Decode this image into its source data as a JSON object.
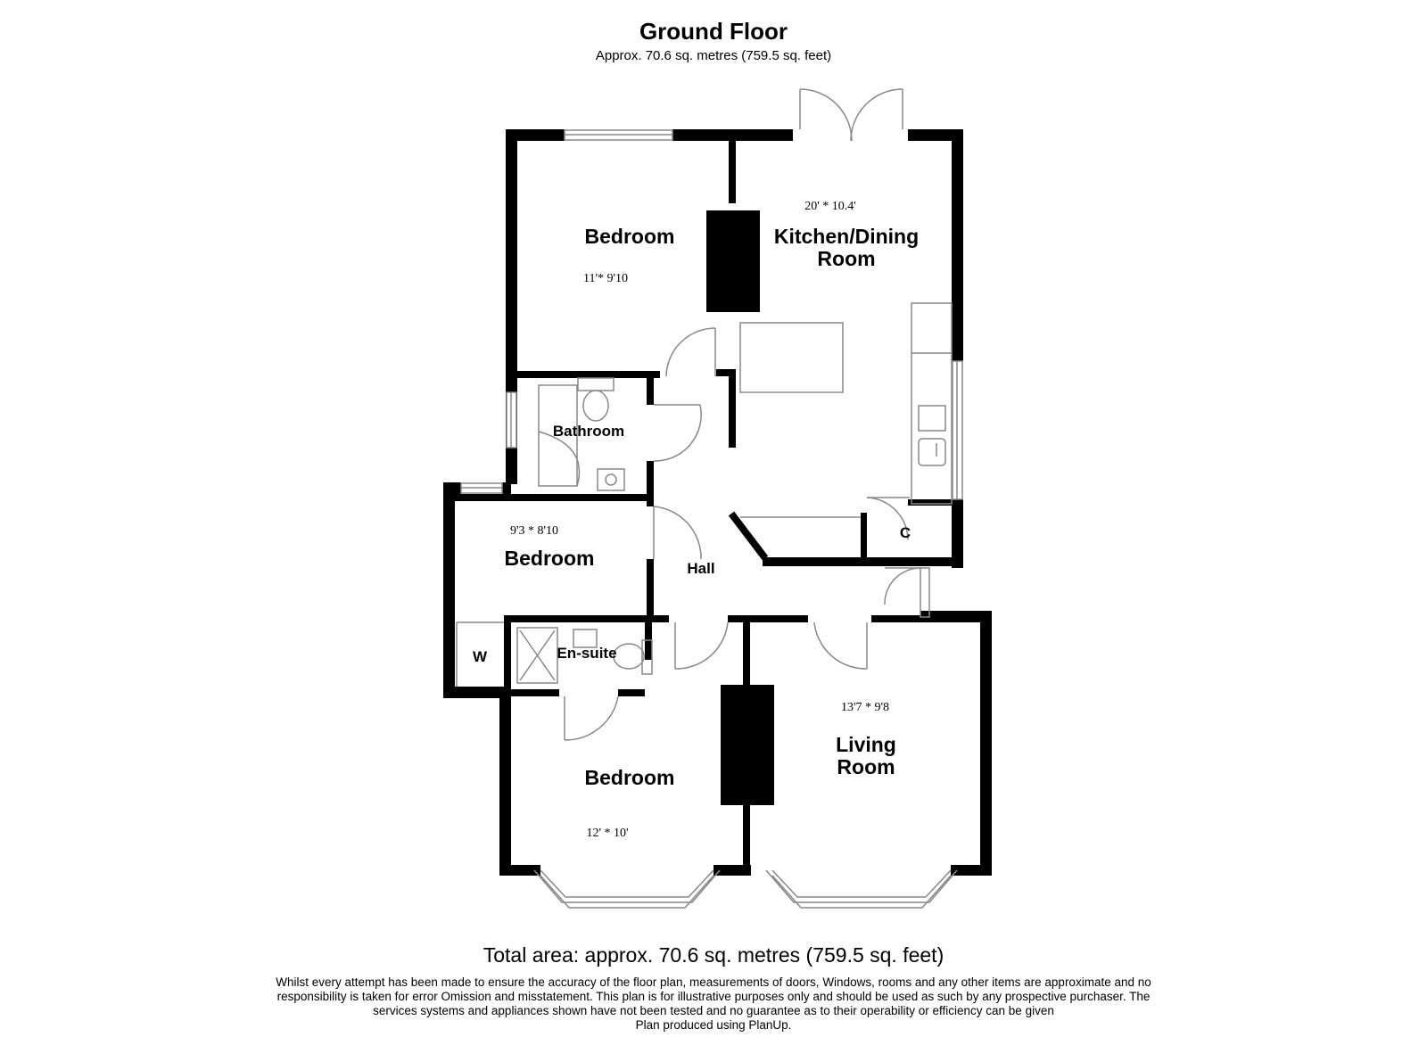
{
  "header": {
    "title": "Ground Floor",
    "subtitle": "Approx. 70.6 sq. metres (759.5 sq. feet)"
  },
  "rooms": {
    "bedroom_top": {
      "name": "Bedroom",
      "dims": "11'* 9'10"
    },
    "kitchen": {
      "name_line1": "Kitchen/Dining",
      "name_line2": "Room",
      "dims": "20' * 10.4'"
    },
    "bathroom": {
      "name": "Bathroom"
    },
    "bedroom_mid": {
      "name": "Bedroom",
      "dims": "9'3 * 8'10"
    },
    "hall": {
      "name": "Hall"
    },
    "cupboard": {
      "name": "C"
    },
    "wardrobe": {
      "name": "W"
    },
    "ensuite": {
      "name": "En-suite"
    },
    "bedroom_bottom": {
      "name": "Bedroom",
      "dims": "12' * 10'"
    },
    "living": {
      "name_line1": "Living",
      "name_line2": "Room",
      "dims": "13'7 * 9'8"
    }
  },
  "footer": {
    "total": "Total area: approx. 70.6 sq. metres (759.5 sq. feet)",
    "disclaimer_line1": "Whilst every attempt has been made to ensure the accuracy of the floor plan, measurements of doors, Windows, rooms and any other items are approximate and no",
    "disclaimer_line2": "responsibility is taken for error Omission and misstatement. This plan is for illustrative purposes only and should be used as such by any prospective purchaser. The",
    "disclaimer_line3": "services systems and appliances shown have not been tested and no guarantee as to their operability or efficiency can be given",
    "produced_by": "Plan produced using PlanUp."
  },
  "colors": {
    "wall": "#000000",
    "fixture": "#888888",
    "background": "#ffffff"
  }
}
